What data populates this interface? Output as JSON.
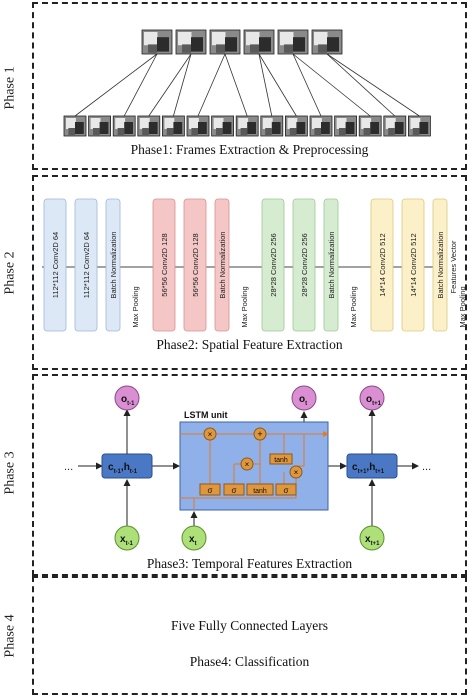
{
  "phases": [
    {
      "label": "Phase 1",
      "caption": "Phase1: Frames Extraction & Preprocessing"
    },
    {
      "label": "Phase 2",
      "caption": "Phase2: Spatial Feature Extraction"
    },
    {
      "label": "Phase 3",
      "caption": "Phase3: Temporal Features Extraction"
    },
    {
      "label": "Phase 4",
      "caption": "Phase4: Classification"
    }
  ],
  "phase1": {
    "top_frames": 6,
    "bottom_frames": 15
  },
  "phase2": {
    "layers": [
      {
        "text": "112*112 Conv2D 64",
        "color": "#dde8f6",
        "stroke": "#9fb6d6"
      },
      {
        "text": "112*112 Conv2D 64",
        "color": "#dde8f6",
        "stroke": "#9fb6d6"
      },
      {
        "text": "Batch Normalization",
        "color": "#dde8f6",
        "stroke": "#9fb6d6"
      },
      {
        "text": "Max Pooling",
        "color": "none",
        "stroke": "none"
      },
      {
        "text": "56*56 Conv2D 128",
        "color": "#f4c6c6",
        "stroke": "#d99090"
      },
      {
        "text": "56*56 Conv2D 128",
        "color": "#f4c6c6",
        "stroke": "#d99090"
      },
      {
        "text": "Batch Normalization",
        "color": "#f4c6c6",
        "stroke": "#d99090"
      },
      {
        "text": "Max Pooling",
        "color": "none",
        "stroke": "none"
      },
      {
        "text": "28*28 Conv2D 256",
        "color": "#d6ecd0",
        "stroke": "#9dc796"
      },
      {
        "text": "28*28 Conv2D 256",
        "color": "#d6ecd0",
        "stroke": "#9dc796"
      },
      {
        "text": "Batch Normalization",
        "color": "#d6ecd0",
        "stroke": "#9dc796"
      },
      {
        "text": "Max Pooling",
        "color": "none",
        "stroke": "none"
      },
      {
        "text": "14*14 Conv2D 512",
        "color": "#fbf0c8",
        "stroke": "#dcc97e"
      },
      {
        "text": "14*14 Conv2D 512",
        "color": "#fbf0c8",
        "stroke": "#dcc97e"
      },
      {
        "text": "Batch Normalization",
        "color": "#fbf0c8",
        "stroke": "#dcc97e"
      },
      {
        "text": "Max Pooling",
        "color": "none",
        "stroke": "none"
      }
    ],
    "output_label": "Features Vector"
  },
  "phase3": {
    "unit_title": "LSTM unit",
    "o_prev": "o",
    "o_prev_sub": "t-1",
    "o_cur": "o",
    "o_cur_sub": "t",
    "o_next": "o",
    "o_next_sub": "t+1",
    "x_prev": "x",
    "x_prev_sub": "t-1",
    "x_cur": "x",
    "x_cur_sub": "t",
    "x_next": "x",
    "x_next_sub": "t+1",
    "state_prev": "c",
    "state_prev_sub1": "t-1",
    "state_prev_h": "h",
    "state_prev_sub2": "t-1",
    "state_next": "c",
    "state_next_sub1": "t+1",
    "state_next_h": "h",
    "state_next_sub2": "t+1",
    "ellipsis": "...",
    "gates": [
      "σ",
      "σ",
      "tanh",
      "σ"
    ],
    "tanh_top": "tanh",
    "mult": "×",
    "plus": "+"
  },
  "phase4": {
    "text": "Five Fully Connected Layers"
  }
}
